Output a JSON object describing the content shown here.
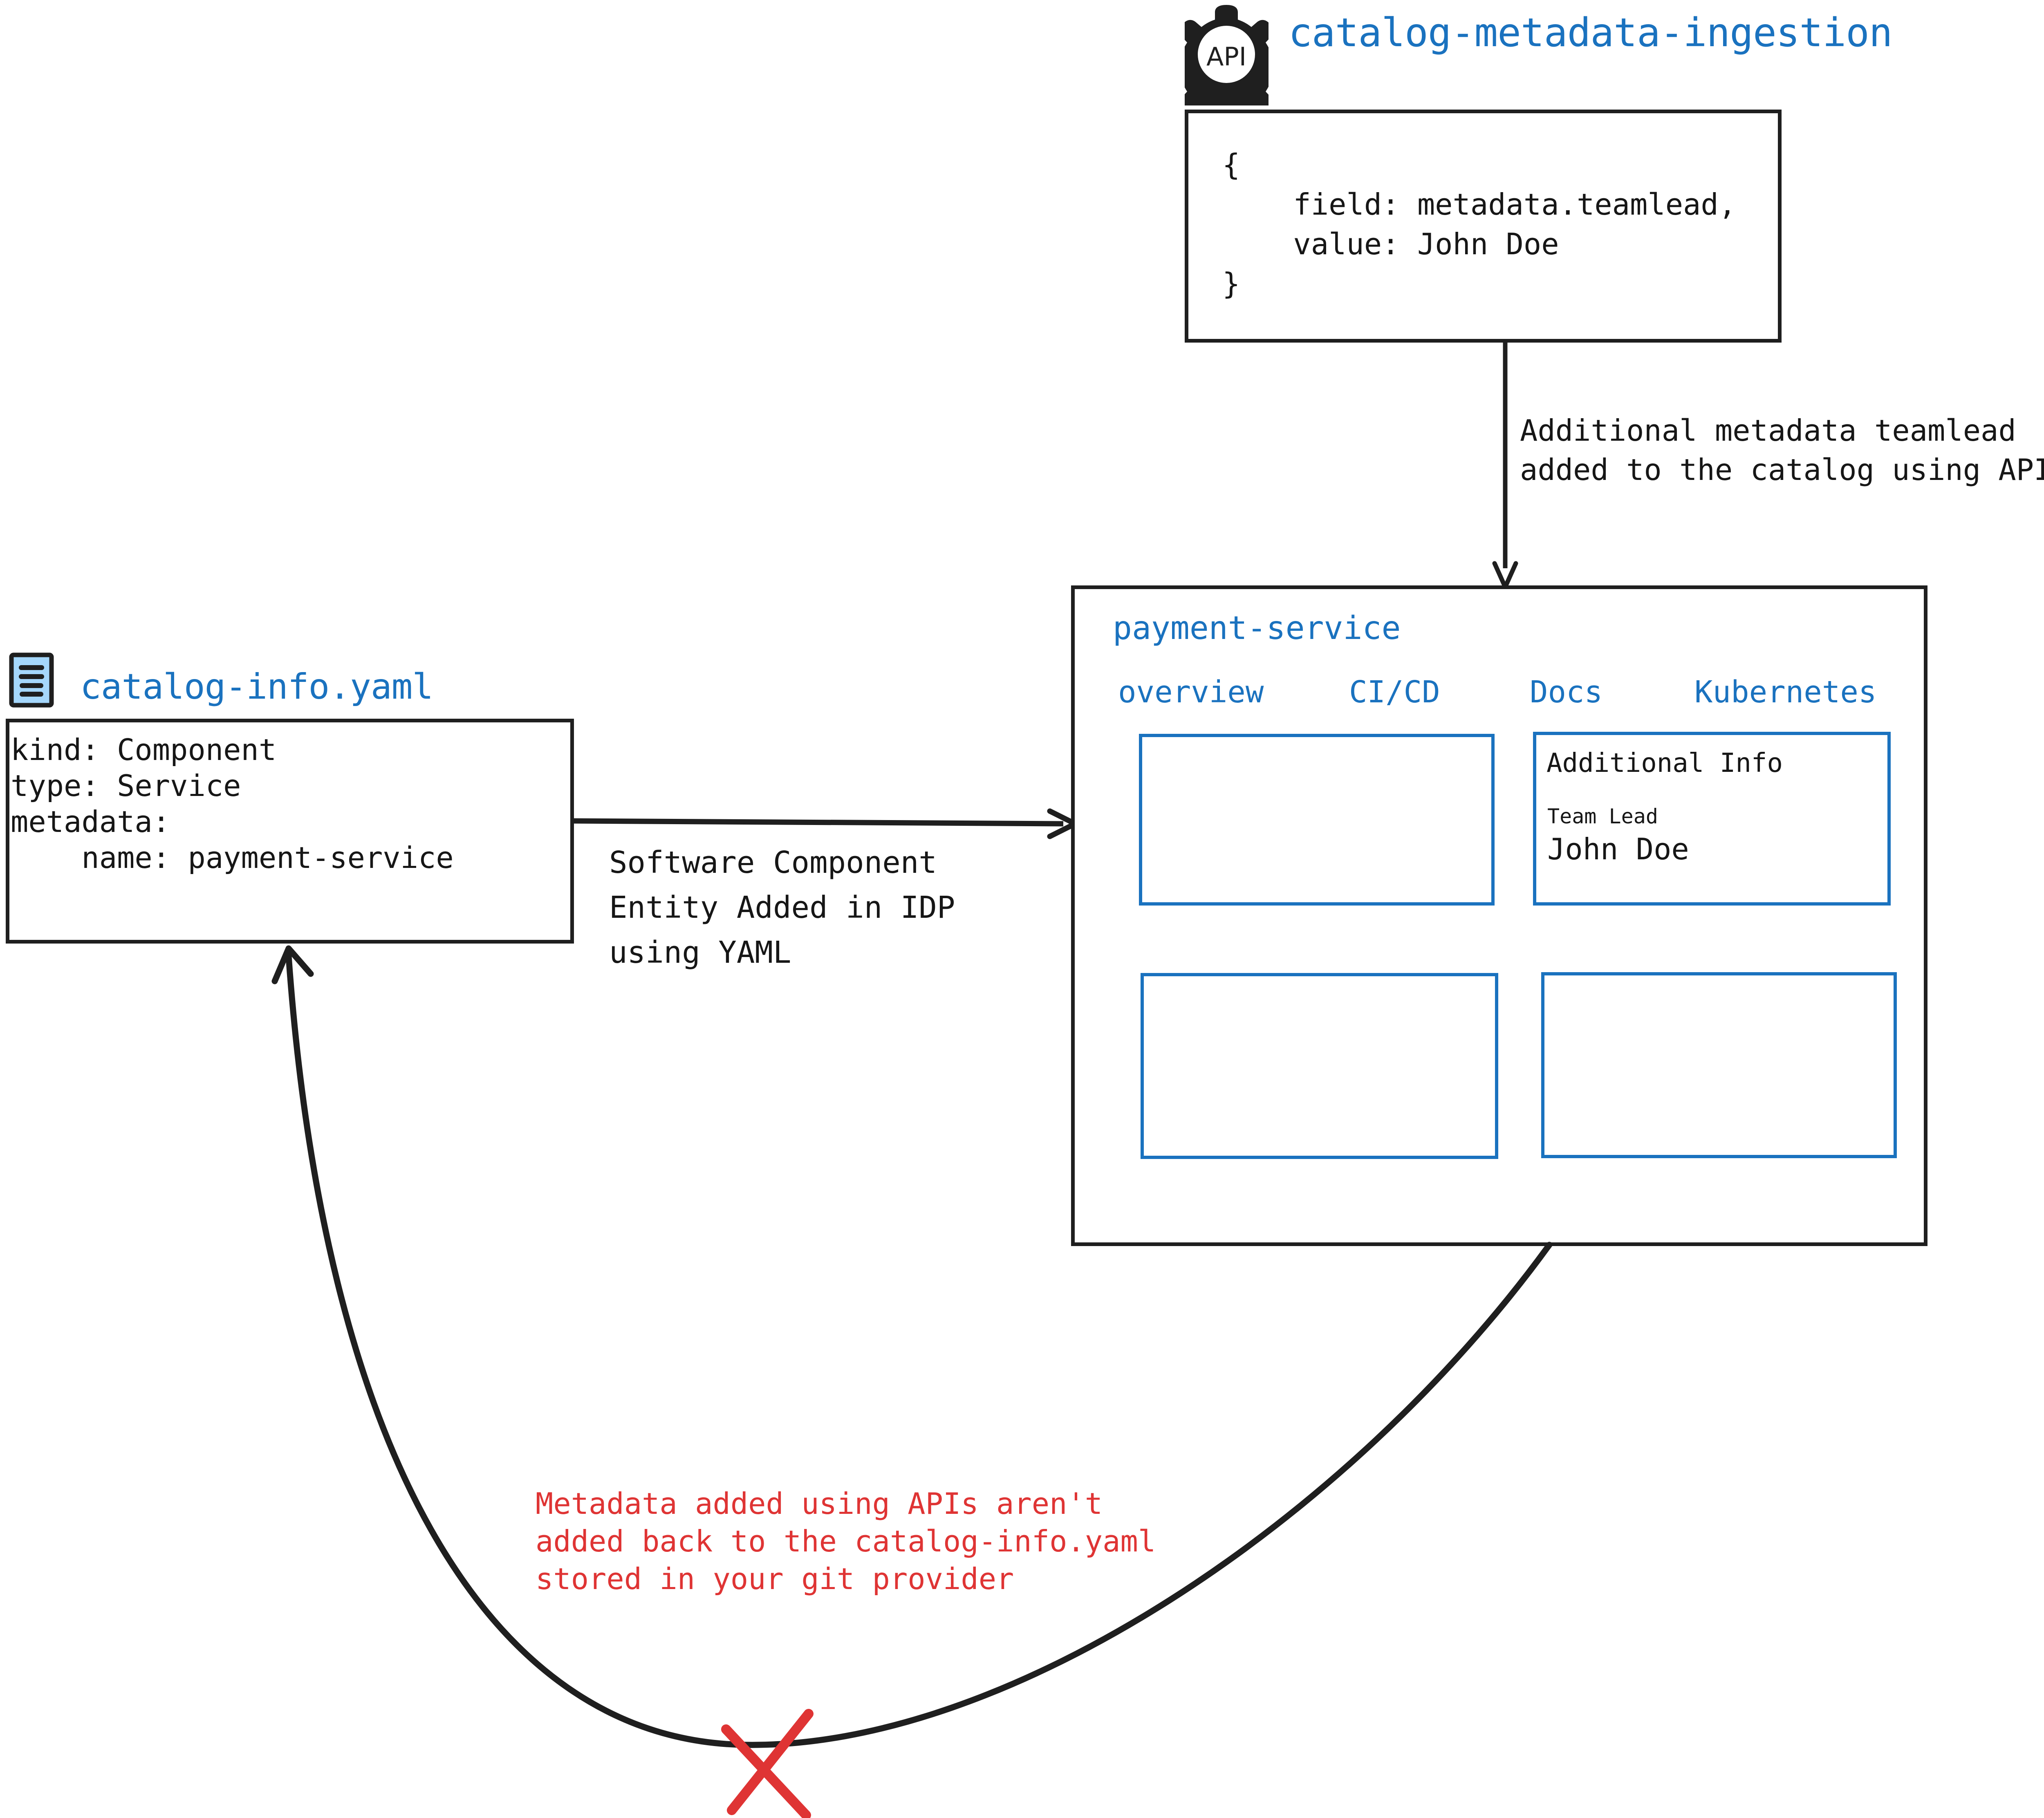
{
  "diagram": {
    "title_colors": {
      "blue": "#1a72bf",
      "red": "#df3434",
      "black": "#1f1f1f",
      "icon_fill": "#a5d7fb"
    },
    "api_node": {
      "icon_name": "api-gear-icon",
      "icon_text": "API",
      "title": "catalog-metadata-ingestion",
      "code": "{\n    field: metadata.teamlead,\n    value: John Doe\n}"
    },
    "api_arrow_label": "Additional metadata teamlead\nadded to the catalog using APIs",
    "yaml_node": {
      "icon_name": "yaml-file-icon",
      "title": "catalog-info.yaml",
      "code": "kind: Component\ntype: Service\nmetadata:\n    name: payment-service"
    },
    "yaml_arrow_label": "Software Component\nEntity Added in IDP\nusing YAML",
    "panel": {
      "title": "payment-service",
      "tabs": [
        {
          "label": "overview"
        },
        {
          "label": "CI/CD"
        },
        {
          "label": "Docs"
        },
        {
          "label": "Kubernetes"
        }
      ],
      "additional_info_card": {
        "title": "Additional Info",
        "field_label": "Team Lead",
        "field_value": "John Doe"
      }
    },
    "warning_note": "Metadata added using APIs aren't\nadded back to the catalog-info.yaml\nstored in your git provider",
    "blocked_marker": "red-x-mark"
  }
}
